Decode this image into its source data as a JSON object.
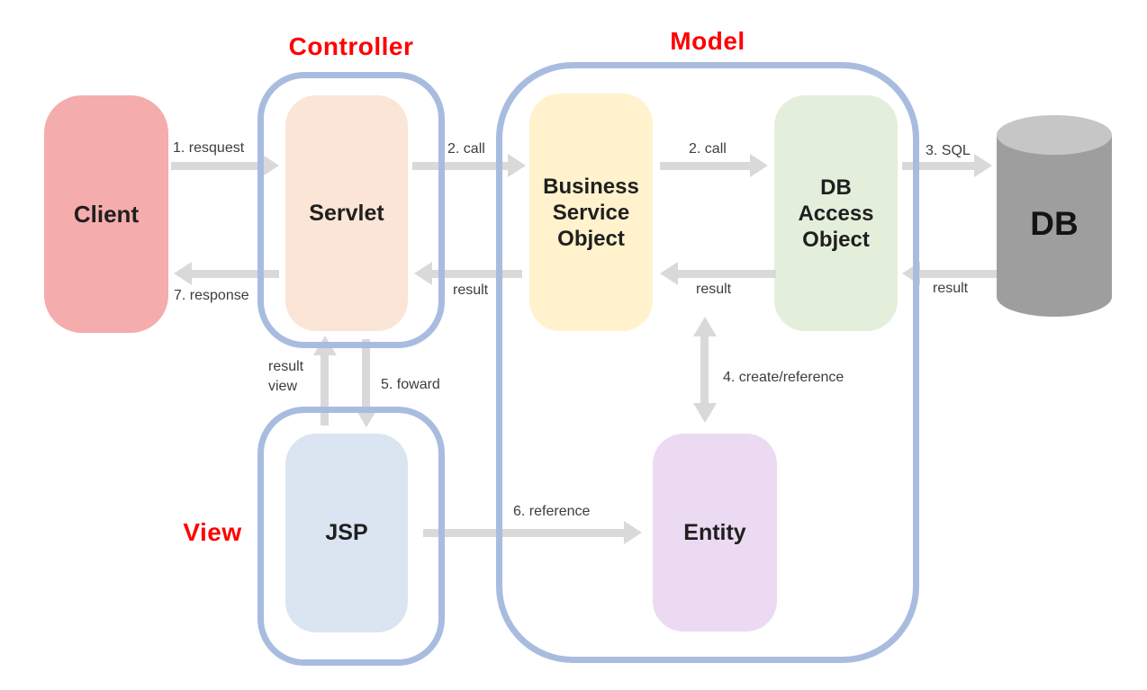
{
  "diagram": {
    "groups": {
      "controller": {
        "label": "Controller"
      },
      "model": {
        "label": "Model"
      },
      "view": {
        "label": "View"
      }
    },
    "nodes": {
      "client": {
        "label": "Client"
      },
      "servlet": {
        "label": "Servlet"
      },
      "business_service_object": {
        "label": "Business Service Object"
      },
      "db_access_object": {
        "label": "DB Access Object"
      },
      "db": {
        "label": "DB"
      },
      "jsp": {
        "label": "JSP"
      },
      "entity": {
        "label": "Entity"
      }
    },
    "arrows": {
      "request": {
        "label": "1. resquest",
        "from": "client",
        "to": "servlet",
        "direction": "right"
      },
      "call_servlet_bso": {
        "label": "2. call",
        "from": "servlet",
        "to": "business_service_object",
        "direction": "right"
      },
      "call_bso_dao": {
        "label": "2. call",
        "from": "business_service_object",
        "to": "db_access_object",
        "direction": "right"
      },
      "sql": {
        "label": "3. SQL",
        "from": "db_access_object",
        "to": "db",
        "direction": "right"
      },
      "result_db_dao": {
        "label": "result",
        "from": "db",
        "to": "db_access_object",
        "direction": "left"
      },
      "result_dao_bso": {
        "label": "result",
        "from": "db_access_object",
        "to": "business_service_object",
        "direction": "left"
      },
      "result_bso_servlet": {
        "label": "result",
        "from": "business_service_object",
        "to": "servlet",
        "direction": "left"
      },
      "response": {
        "label": "7. response",
        "from": "servlet",
        "to": "client",
        "direction": "left"
      },
      "result_view": {
        "label": "result view",
        "from": "jsp",
        "to": "servlet",
        "direction": "up"
      },
      "forward": {
        "label": "5. foward",
        "from": "servlet",
        "to": "jsp",
        "direction": "down"
      },
      "create_reference": {
        "label": "4. create/reference",
        "from": "db_access_object",
        "to": "entity",
        "direction": "both"
      },
      "reference": {
        "label": "6. reference",
        "from": "jsp",
        "to": "entity",
        "direction": "right"
      }
    },
    "colors": {
      "heading_red": "#ff0000",
      "group_border": "#a8bcdf",
      "arrow_gray": "#d9d9d9",
      "client_fill": "#f5acac",
      "servlet_fill": "#fbe5d6",
      "business_service_object_fill": "#fff2cc",
      "db_access_object_fill": "#e3efdb",
      "jsp_fill": "#dbe5f1",
      "entity_fill": "#ecdaf2",
      "db_body_fill": "#9e9e9e",
      "db_top_fill": "#c6c6c6",
      "node_text": "#1f1f1f",
      "label_text": "#3d3d3d"
    }
  }
}
